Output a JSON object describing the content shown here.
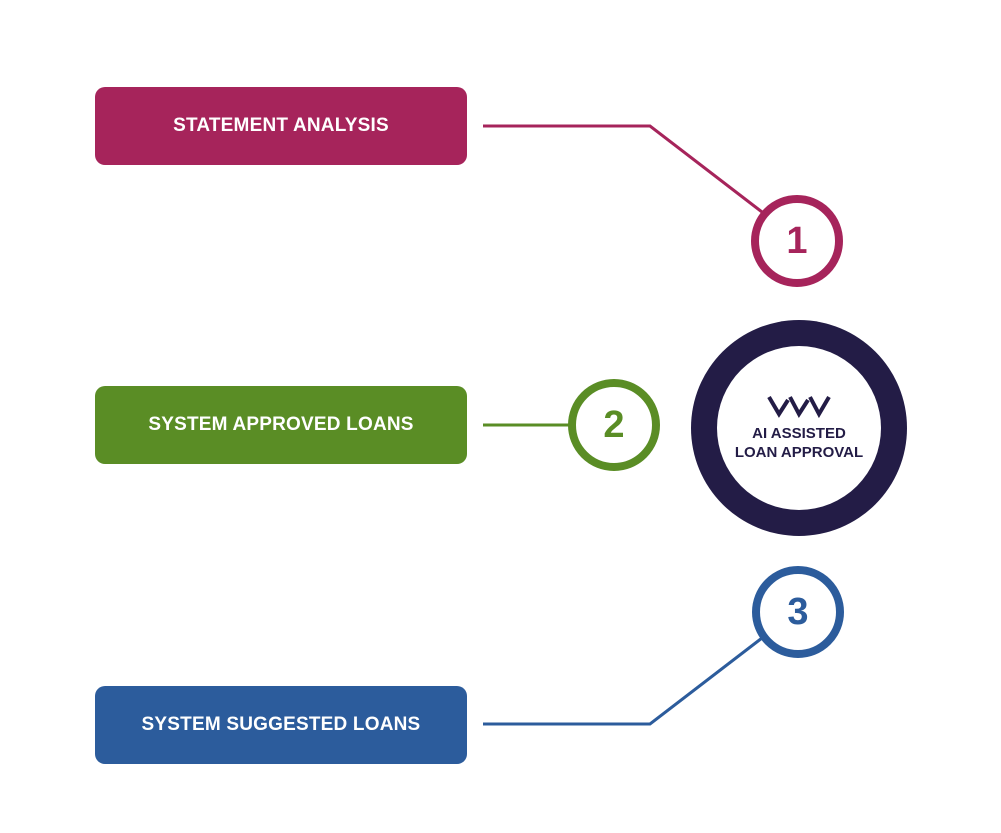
{
  "steps": [
    {
      "number": "1",
      "label": "STATEMENT ANALYSIS",
      "color": "#a6245b"
    },
    {
      "number": "2",
      "label": "SYSTEM APPROVED LOANS",
      "color": "#5a8d25"
    },
    {
      "number": "3",
      "label": "SYSTEM SUGGESTED LOANS",
      "color": "#2c5c9c"
    }
  ],
  "hub": {
    "line1": "AI ASSISTED",
    "line2": "LOAN APPROVAL",
    "color": "#231c46",
    "logo_icon": "wv-logo-icon"
  }
}
